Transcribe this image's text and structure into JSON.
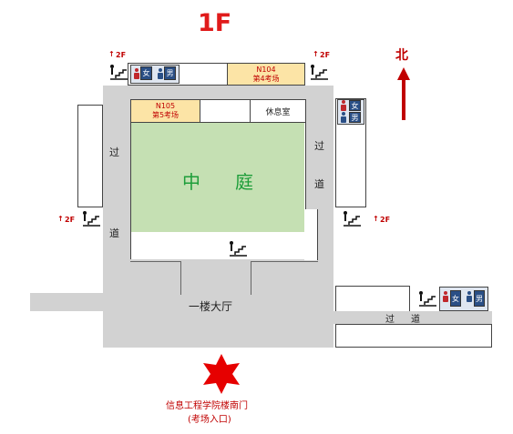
{
  "floor": "1F",
  "north": "北",
  "labels": {
    "up_2f": "2F",
    "corridor_left_1": "过",
    "corridor_left_2": "道",
    "corridor_right_1": "过",
    "corridor_right_2": "道",
    "corridor_bottom_1": "过",
    "corridor_bottom_2": "道",
    "courtyard_1": "中",
    "courtyard_2": "庭",
    "lobby": "一楼大厅",
    "lounge": "休息室",
    "entrance_1": "信息工程学院楼南门",
    "entrance_2": "(考场入口)"
  },
  "rooms": {
    "n104_code": "N104",
    "n104_name": "第4考场",
    "n105_code": "N105",
    "n105_name": "第5考场"
  },
  "toilets": {
    "female": "女",
    "male": "男"
  },
  "colors": {
    "accent": "#c00000",
    "courtyard": "#c5e0b3",
    "courtyard_text": "#1e9e3a",
    "corridor": "#d2d2d2",
    "exam_room": "#fce4a6",
    "toilet_sign": "#2a4f86"
  }
}
